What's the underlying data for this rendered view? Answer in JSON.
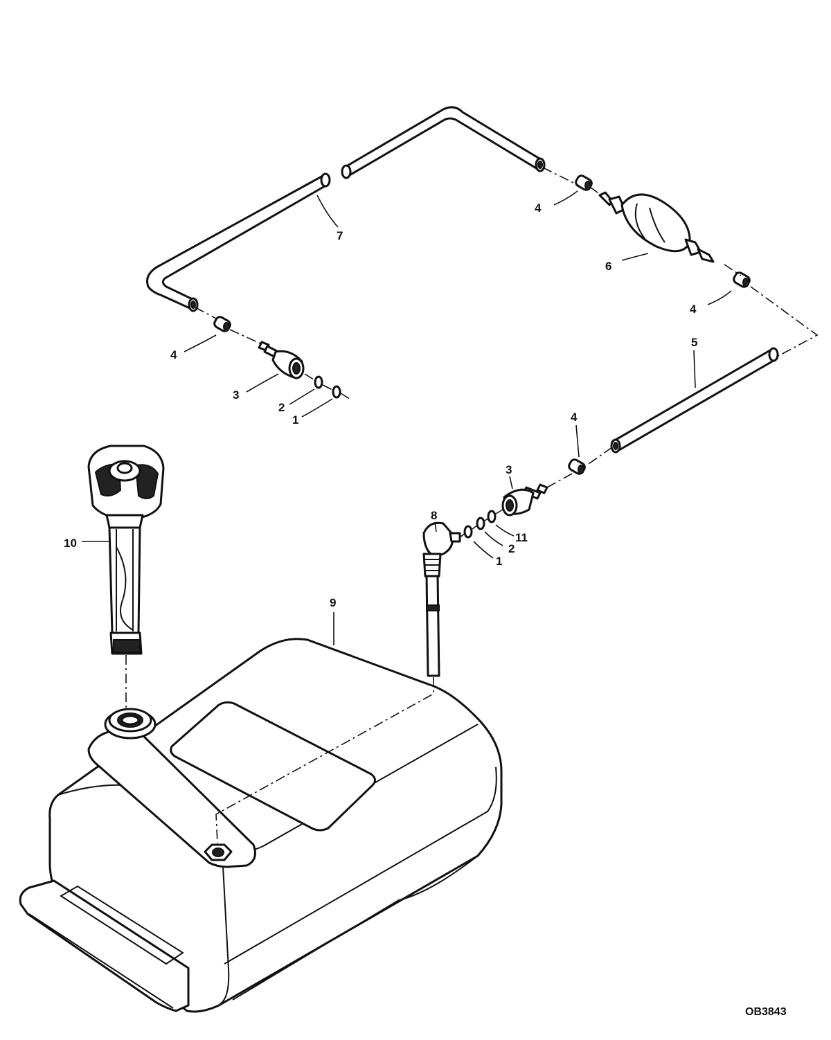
{
  "callouts": {
    "c1a": "1",
    "c2a": "2",
    "c3a": "3",
    "c4a": "4",
    "c4b": "4",
    "c7": "7",
    "c6": "6",
    "c4c": "4",
    "c5": "5",
    "c4d": "4",
    "c3b": "3",
    "c8": "8",
    "c11": "11",
    "c2b": "2",
    "c1b": "1",
    "c10": "10",
    "c9": "9"
  },
  "drawing_code": "OB3843"
}
